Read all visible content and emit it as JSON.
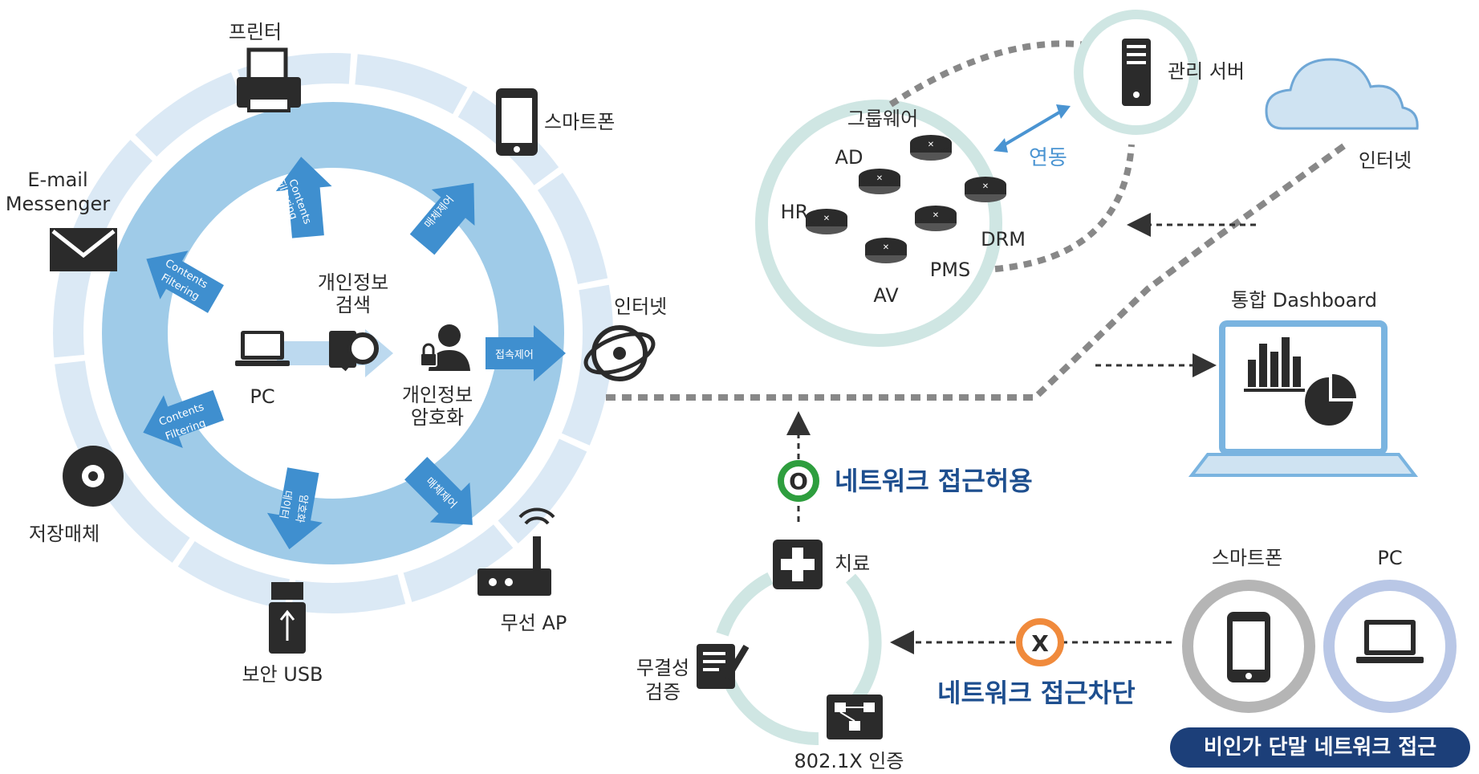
{
  "left_cycle": {
    "devices": {
      "printer": "프린터",
      "smartphone": "스마트폰",
      "email_line1": "E-mail",
      "email_line2": "Messenger",
      "internet": "인터넷",
      "storage": "저장매체",
      "usb": "보안 USB",
      "wireless_ap": "무선 AP"
    },
    "center": {
      "pc": "PC",
      "search_line1": "개인정보",
      "search_line2": "검색",
      "encrypt_line1": "개인정보",
      "encrypt_line2": "암호화"
    },
    "arrows": {
      "contents_filtering_top_1": "Contents",
      "contents_filtering_top_2": "Filtering",
      "media_control_top": "매체제어",
      "contents_filtering_left_1": "Contents",
      "contents_filtering_left_2": "Filtering",
      "access_control": "접속제어",
      "contents_filtering_low_1": "Contents",
      "contents_filtering_low_2": "Filtering",
      "data_encrypt_1": "데이터",
      "data_encrypt_2": "암호화",
      "media_control_bottom": "매체제어"
    }
  },
  "server_group": {
    "groupware": "그룹웨어",
    "ad": "AD",
    "hr": "HR",
    "av": "AV",
    "pms": "PMS",
    "drm": "DRM",
    "link": "연동",
    "mgmt_server": "관리 서버",
    "cloud_internet": "인터넷"
  },
  "dashboard": {
    "title": "통합 Dashboard"
  },
  "nac": {
    "allow_symbol": "O",
    "allow": "네트워크 접근허용",
    "treat": "치료",
    "integrity_line1": "무결성",
    "integrity_line2": "검증",
    "auth": "802.1X 인증",
    "block_symbol": "X",
    "block": "네트워크 접근차단",
    "smartphone": "스마트폰",
    "pc": "PC",
    "unauthorized": "비인가 단말 네트워크 접근"
  },
  "colors": {
    "ring_light": "#dbe9f5",
    "arrow_blue": "#3f8fcf",
    "band_blue": "#9fcbe8",
    "dark_icon": "#2b2b2b",
    "green_ring": "#2e9e3e",
    "orange_ring": "#f08a3c",
    "navy": "#1e4f8f",
    "dotted_gray": "#888888"
  }
}
